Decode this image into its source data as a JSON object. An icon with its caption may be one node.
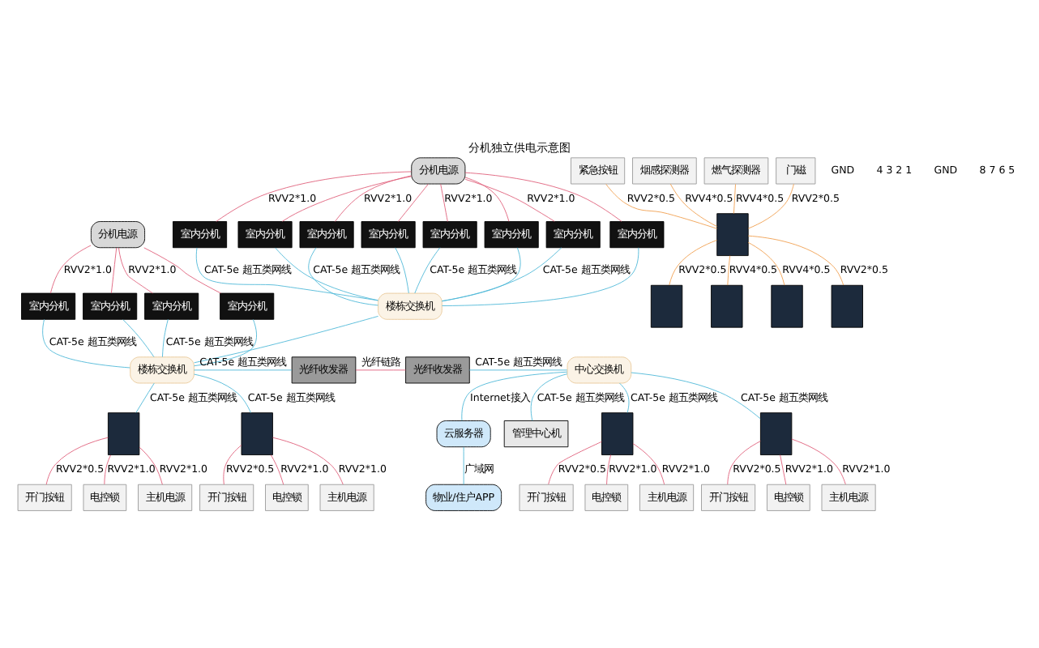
{
  "diagram": {
    "title": "分机独立供电示意图",
    "nodes": [
      {
        "text": [
          "室内分机"
        ]
      },
      {
        "text": [
          "室内分机"
        ]
      },
      {
        "text": [
          "室内分机"
        ]
      },
      {
        "text": [
          "室内分机"
        ]
      },
      {
        "text": [
          "室内分机"
        ]
      },
      {
        "text": [
          "室内分机"
        ]
      },
      {
        "text": [
          "室内分机"
        ]
      },
      {
        "text": [
          "室内分机"
        ]
      },
      {
        "text": [
          "分机电源"
        ]
      },
      {
        "text": [
          "楼栋交换机"
        ]
      },
      {
        "text": [
          "室内分机"
        ]
      },
      {
        "text": [
          "室内分机"
        ]
      },
      {
        "text": [
          "室内分机"
        ]
      },
      {
        "text": [
          "室内分机"
        ]
      },
      {
        "text": [
          "分机电源"
        ]
      },
      {
        "text": [
          "楼栋交换机"
        ]
      },
      {
        "text": [
          "光纤收发器"
        ]
      },
      {
        "text": [
          "光纤收发器"
        ]
      },
      {
        "text": [
          "中心交换机"
        ]
      },
      {
        "text": [
          "云服务器"
        ]
      },
      {
        "text": [
          "物业/住户APP"
        ]
      },
      {
        "text": [
          "管理中心机"
        ]
      },
      {
        "text": [],
        "shape": "box"
      },
      {
        "text": [],
        "shape": "box"
      },
      {
        "text": [],
        "shape": "box"
      },
      {
        "text": [],
        "shape": "box"
      },
      {
        "text": [
          "开门按钮"
        ]
      },
      {
        "text": [
          "电控锁"
        ]
      },
      {
        "text": [
          "主机电源"
        ]
      },
      {
        "text": [
          "开门按钮"
        ]
      },
      {
        "text": [
          "电控锁"
        ]
      },
      {
        "text": [
          "主机电源"
        ]
      },
      {
        "text": [
          "开门按钮"
        ]
      },
      {
        "text": [
          "电控锁"
        ]
      },
      {
        "text": [
          "主机电源"
        ]
      },
      {
        "text": [
          "开门按钮"
        ]
      },
      {
        "text": [
          "电控锁"
        ]
      },
      {
        "text": [
          "主机电源"
        ]
      },
      {
        "text": [
          "紧急按钮"
        ]
      },
      {
        "text": [
          "烟感探测器"
        ]
      },
      {
        "text": [
          "燃气探测器"
        ]
      },
      {
        "text": [
          "门磁"
        ]
      },
      {
        "text": [],
        "shape": "box"
      },
      {
        "text": [],
        "shape": "box"
      },
      {
        "text": [],
        "shape": "box"
      },
      {
        "text": [],
        "shape": "box"
      },
      {
        "text": [],
        "shape": "box"
      }
    ],
    "edges": [
      {
        "from": 0,
        "to": 9,
        "arrow": "none",
        "label": "CAT-5e 超五类网线",
        "color": "#4fb8d8"
      },
      {
        "from": 1,
        "to": 9,
        "arrow": "none",
        "color": "#4fb8d8"
      },
      {
        "from": 2,
        "to": 9,
        "arrow": "none",
        "label": "CAT-5e 超五类网线",
        "color": "#4fb8d8"
      },
      {
        "from": 3,
        "to": 9,
        "arrow": "none",
        "color": "#4fb8d8"
      },
      {
        "from": 4,
        "to": 9,
        "arrow": "none",
        "label": "CAT-5e 超五类网线",
        "color": "#4fb8d8"
      },
      {
        "from": 5,
        "to": 9,
        "arrow": "none",
        "color": "#4fb8d8"
      },
      {
        "from": 6,
        "to": 9,
        "arrow": "none",
        "label": "CAT-5e 超五类网线",
        "color": "#4fb8d8"
      },
      {
        "from": 7,
        "to": 9,
        "arrow": "none",
        "color": "#4fb8d8"
      },
      {
        "from": 8,
        "to": 0,
        "arrow": "none",
        "label": "RVV2*1.0"
      },
      {
        "from": 8,
        "to": 1,
        "arrow": "none"
      },
      {
        "from": 8,
        "to": 2,
        "arrow": "none",
        "label": "RVV2*1.0"
      },
      {
        "from": 8,
        "to": 3,
        "arrow": "none"
      },
      {
        "from": 8,
        "to": 4,
        "arrow": "none",
        "label": "RVV2*1.0"
      },
      {
        "from": 8,
        "to": 5,
        "arrow": "none"
      },
      {
        "from": 8,
        "to": 6,
        "arrow": "none",
        "label": "RVV2*1.0"
      },
      {
        "from": 8,
        "to": 7,
        "arrow": "none"
      },
      {
        "from": 9,
        "to": 15,
        "arrow": "none",
        "color": "#4fb8d8"
      },
      {
        "from": 10,
        "to": 15,
        "arrow": "none",
        "label": "CAT-5e 超五类网线",
        "color": "#4fb8d8"
      },
      {
        "from": 11,
        "to": 15,
        "arrow": "none",
        "color": "#4fb8d8"
      },
      {
        "from": 12,
        "to": 15,
        "arrow": "none",
        "label": "CAT-5e 超五类网线",
        "color": "#4fb8d8"
      },
      {
        "from": 13,
        "to": 15,
        "arrow": "none",
        "color": "#4fb8d8"
      },
      {
        "from": 14,
        "to": 10,
        "arrow": "none",
        "label": "RVV2*1.0"
      },
      {
        "from": 14,
        "to": 11,
        "arrow": "none"
      },
      {
        "from": 14,
        "to": 12,
        "arrow": "none",
        "label": "RVV2*1.0"
      },
      {
        "from": 14,
        "to": 13,
        "arrow": "none"
      },
      {
        "from": 15,
        "to": 16,
        "arrow": "none",
        "label": "CAT-5e 超五类网线",
        "color": "#4fb8d8"
      },
      {
        "from": 16,
        "to": 17,
        "arrow": "none",
        "label": "光纤链路"
      },
      {
        "from": 17,
        "to": 18,
        "arrow": "none",
        "label": "CAT-5e 超五类网线",
        "color": "#4fb8d8"
      },
      {
        "from": 18,
        "to": 19,
        "arrow": "none",
        "label": "Internet接入",
        "color": "#4fb8d8"
      },
      {
        "from": 19,
        "to": 20,
        "arrow": "none",
        "label": "广域网",
        "color": "#4fb8d8"
      },
      {
        "from": 18,
        "to": 21,
        "arrow": "none",
        "label": "CAT-5e 超五类网线",
        "color": "#4fb8d8"
      },
      {
        "from": 15,
        "to": 22,
        "arrow": "none",
        "label": "CAT-5e 超五类网线",
        "color": "#4fb8d8"
      },
      {
        "from": 15,
        "to": 23,
        "arrow": "none",
        "label": "CAT-5e 超五类网线",
        "color": "#4fb8d8"
      },
      {
        "from": 18,
        "to": 24,
        "arrow": "none",
        "label": "CAT-5e 超五类网线",
        "color": "#4fb8d8"
      },
      {
        "from": 18,
        "to": 25,
        "arrow": "none",
        "label": "CAT-5e 超五类网线",
        "color": "#4fb8d8"
      },
      {
        "from": 22,
        "to": 26,
        "arrow": "none",
        "label": "RVV2*0.5"
      },
      {
        "from": 22,
        "to": 27,
        "arrow": "none",
        "label": "RVV2*1.0"
      },
      {
        "from": 22,
        "to": 28,
        "arrow": "none",
        "label": "RVV2*1.0"
      },
      {
        "from": 23,
        "to": 29,
        "arrow": "none",
        "label": "RVV2*0.5"
      },
      {
        "from": 23,
        "to": 30,
        "arrow": "none",
        "label": "RVV2*1.0"
      },
      {
        "from": 23,
        "to": 31,
        "arrow": "none",
        "label": "RVV2*1.0"
      },
      {
        "from": 24,
        "to": 32,
        "arrow": "none",
        "label": "RVV2*0.5"
      },
      {
        "from": 24,
        "to": 33,
        "arrow": "none",
        "label": "RVV2*1.0"
      },
      {
        "from": 24,
        "to": 34,
        "arrow": "none",
        "label": "RVV2*1.0"
      },
      {
        "from": 25,
        "to": 35,
        "arrow": "none",
        "label": "RVV2*0.5"
      },
      {
        "from": 25,
        "to": 36,
        "arrow": "none",
        "label": "RVV2*1.0"
      },
      {
        "from": 25,
        "to": 37,
        "arrow": "none",
        "label": "RVV2*1.0"
      },
      {
        "from": 38,
        "to": 42,
        "arrow": "none",
        "label": "RVV2*0.5",
        "color": "#f0a050"
      },
      {
        "from": 39,
        "to": 42,
        "arrow": "none",
        "label": "RVV4*0.5",
        "color": "#f0a050"
      },
      {
        "from": 40,
        "to": 42,
        "arrow": "none",
        "label": "RVV4*0.5",
        "color": "#f0a050"
      },
      {
        "from": 41,
        "to": 42,
        "arrow": "none",
        "label": "RVV2*0.5",
        "color": "#f0a050"
      },
      {
        "from": 42,
        "to": 43,
        "arrow": "none",
        "label": "RVV2*0.5",
        "color": "#f0a050"
      },
      {
        "from": 42,
        "to": 44,
        "arrow": "none",
        "label": "RVV4*0.5",
        "color": "#f0a050"
      },
      {
        "from": 42,
        "to": 45,
        "arrow": "none",
        "label": "RVV4*0.5",
        "color": "#f0a050"
      },
      {
        "from": 42,
        "to": 46,
        "arrow": "none",
        "label": "RVV2*0.5",
        "color": "#f0a050"
      }
    ],
    "labels": [
      "GND",
      "4 3 2 1",
      "GND",
      "8 7 6 5"
    ]
  }
}
